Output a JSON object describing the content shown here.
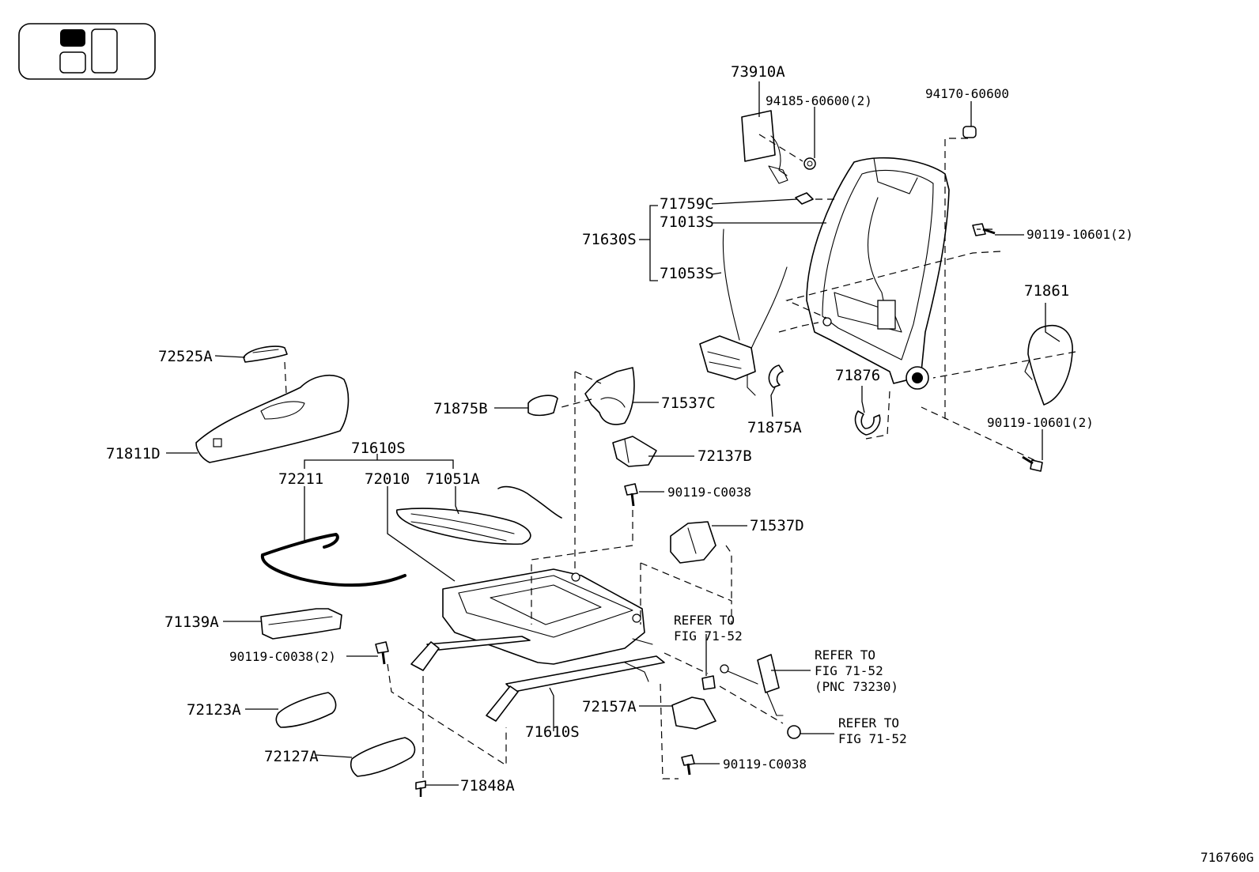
{
  "diagram_id": "716760G",
  "labels": {
    "l73910A": "73910A",
    "l94185": "94185-60600(2)",
    "l94170": "94170-60600",
    "l71759C": "71759C",
    "l71013S": "71013S",
    "l71630S": "71630S",
    "l71053S": "71053S",
    "l90119_10601_top": "90119-10601(2)",
    "l71861": "71861",
    "l72525A": "72525A",
    "l71875B": "71875B",
    "l71537C": "71537C",
    "l71875A": "71875A",
    "l71876": "71876",
    "l90119_10601_bot": "90119-10601(2)",
    "l71811D": "71811D",
    "l71610S_top": "71610S",
    "l72211": "72211",
    "l72010": "72010",
    "l71051A": "71051A",
    "l72137B": "72137B",
    "l90119_C0038_a": "90119-C0038",
    "l71537D": "71537D",
    "l71139A": "71139A",
    "l90119_C0038_2": "90119-C0038(2)",
    "l72123A": "72123A",
    "l72127A": "72127A",
    "l71848A": "71848A",
    "l71610S_bot": "71610S",
    "l72157A": "72157A",
    "l90119_C0038_b": "90119-C0038"
  },
  "refer_notes": {
    "center_line1": "REFER TO",
    "center_line2": "FIG 71-52",
    "belt_line1": "REFER TO",
    "belt_line2": "FIG 71-52",
    "belt_line3": "(PNC 73230)",
    "nut_line1": "REFER TO",
    "nut_line2": "FIG 71-52"
  }
}
